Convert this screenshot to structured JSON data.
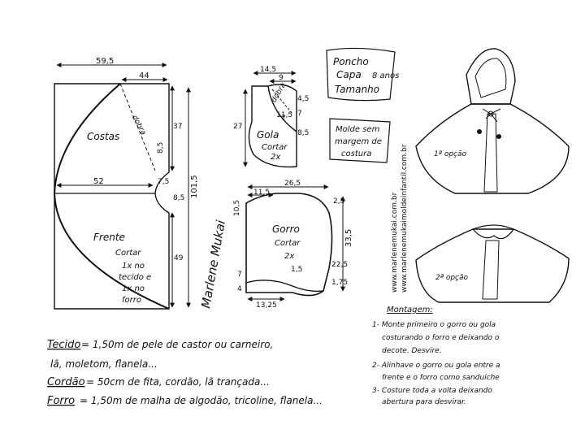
{
  "title_block": {
    "line1": "Poncho",
    "line2": "Capa",
    "size": "8 anos",
    "line3": "Tamanho",
    "note1": "Molde sem",
    "note2": "margem de",
    "note3": "costura"
  },
  "costas_frente": {
    "dim_total_width": "59,5",
    "dim_top": "44",
    "dim_mid": "52",
    "dim_37": "37",
    "dim_height": "101,5",
    "dim_49": "49",
    "dim_8_5a": "8,5",
    "dim_8_5b": "8,5",
    "dim_7_5": "7,5",
    "label_costas": "Costas",
    "label_dobra": "dobra",
    "label_frente": "Frente",
    "cut_1": "Cortar",
    "cut_2": "1x no",
    "cut_3": "tecido e",
    "cut_4": "1x no",
    "cut_5": "forro"
  },
  "gola": {
    "dim_14_5": "14,5",
    "dim_9": "9",
    "dim_4_5": "4,5",
    "dim_27": "27",
    "dim_7": "7",
    "dim_8_5": "8,5",
    "dim_11_5": "11,5",
    "dim_7b": "7",
    "label_dobra": "dobra",
    "label": "Gola",
    "cut": "Cortar",
    "qty": "2x"
  },
  "gorro": {
    "dim_26_5": "26,5",
    "dim_11_5": "11,5",
    "dim_2_5": "2,5",
    "dim_10_5": "10,5",
    "dim_33_5": "33,5",
    "dim_7": "7",
    "dim_4": "4",
    "dim_1_5": "1,5",
    "dim_22_5": "22,5",
    "dim_1_75": "1,75",
    "dim_13_25": "13,25",
    "label": "Gorro",
    "cut": "Cortar",
    "qty": "2x"
  },
  "signature": "Marlene Mukai",
  "watermarks": {
    "w1": "www.marlenemukai.com.br",
    "w2": "www.marlenemukaimoldeinfantil.com.br"
  },
  "figures": {
    "opt1": "1ª opção",
    "opt2": "2ª opção"
  },
  "montagem": {
    "heading": "Montagem:",
    "s1a": "1- Monte primeiro o gorro ou gola",
    "s1b": "costurando o forro e deixando o",
    "s1c": "decote. Desvire.",
    "s2a": "2- Alinhave o gorro ou gola entre a",
    "s2b": "frente e o forro como sanduíche",
    "s3a": "3- Costure toda a volta deixando",
    "s3b": "abertura para desvirar."
  },
  "materials": {
    "tecido_label": "Tecido",
    "tecido_1": "= 1,50m de pele de castor ou carneiro,",
    "tecido_2": "lã, moletom, flanela...",
    "cordao_label": "Cordão",
    "cordao_1": "= 50cm de fita, cordão, lã trançada...",
    "forro_label": "Forro",
    "forro_1": "= 1,50m de malha de algodão, tricoline, flanela..."
  }
}
